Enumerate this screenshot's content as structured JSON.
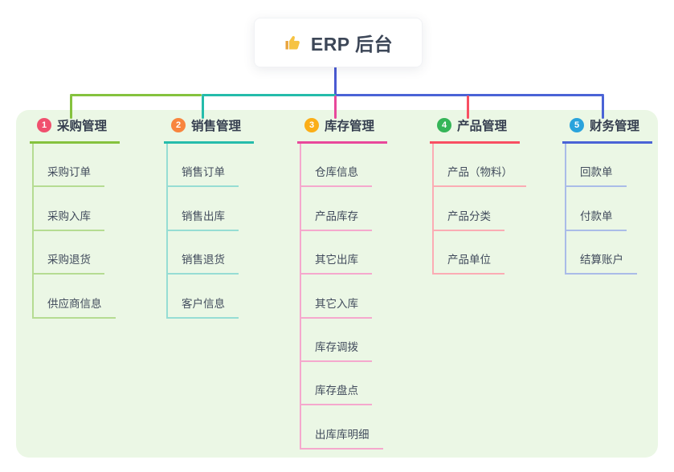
{
  "root": {
    "label": "ERP 后台",
    "icon": "thumbs-up",
    "connector_color": "#4a5ad2",
    "text_color": "#3c4657"
  },
  "panel": {
    "background": "#ebf7e5"
  },
  "text_colors": {
    "header": "#353e4f",
    "child": "#414b5c"
  },
  "branches": [
    {
      "badge": "1",
      "title": "采购管理",
      "badge_color": "#f0506e",
      "line_color": "#85c23e",
      "child_line_color": "#b5dc92",
      "children": [
        "采购订单",
        "采购入库",
        "采购退货",
        "供应商信息"
      ]
    },
    {
      "badge": "2",
      "title": "销售管理",
      "badge_color": "#f8853e",
      "line_color": "#25bcab",
      "child_line_color": "#96ddd4",
      "children": [
        "销售订单",
        "销售出库",
        "销售退货",
        "客户信息"
      ]
    },
    {
      "badge": "3",
      "title": "库存管理",
      "badge_color": "#fbae17",
      "line_color": "#e8489b",
      "child_line_color": "#f5a8cd",
      "children": [
        "仓库信息",
        "产品库存",
        "其它出库",
        "其它入库",
        "库存调拨",
        "库存盘点",
        "出库库明细"
      ]
    },
    {
      "badge": "4",
      "title": "产品管理",
      "badge_color": "#35b558",
      "line_color": "#f84f62",
      "child_line_color": "#fbacb4",
      "children": [
        "产品（物料）",
        "产品分类",
        "产品单位"
      ]
    },
    {
      "badge": "5",
      "title": "财务管理",
      "badge_color": "#2aa3dc",
      "line_color": "#4a63d6",
      "child_line_color": "#aabce8",
      "children": [
        "回款单",
        "付款单",
        "结算账户"
      ]
    }
  ]
}
